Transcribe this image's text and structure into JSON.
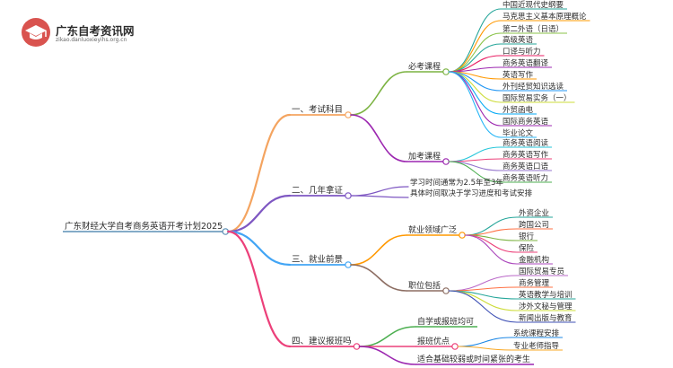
{
  "logo": {
    "title": "广东自考资讯网",
    "subtitle": "zikao.danluoxieyihs.org.cn",
    "accent": "#d9534f"
  },
  "root": "广东财经大学自考商务英语开考计划2025",
  "sections": [
    {
      "label": "一、考试科目",
      "color": "#f4a460",
      "groups": [
        {
          "label": "必考课程",
          "color": "#7cb342",
          "items": [
            {
              "label": "中国近现代史纲要",
              "color": "#26a69a"
            },
            {
              "label": "马克思主义基本原理概论",
              "color": "#ff9800"
            },
            {
              "label": "第二外语（日语）",
              "color": "#8bc34a"
            },
            {
              "label": "高级英语",
              "color": "#26a69a"
            },
            {
              "label": "口译与听力",
              "color": "#e91e63"
            },
            {
              "label": "商务英语翻译",
              "color": "#9c27b0"
            },
            {
              "label": "英语写作",
              "color": "#ff9800"
            },
            {
              "label": "外刊经贸知识选读",
              "color": "#2196f3"
            },
            {
              "label": "国际贸易实务（一）",
              "color": "#cddc39"
            },
            {
              "label": "外贸函电",
              "color": "#03a9f4"
            },
            {
              "label": "国际商务英语",
              "color": "#9c27b0"
            },
            {
              "label": "毕业论文",
              "color": "#29b6f6"
            }
          ]
        },
        {
          "label": "加考课程",
          "color": "#9c27b0",
          "items": [
            {
              "label": "商务英语阅读",
              "color": "#26c6da"
            },
            {
              "label": "商务英语写作",
              "color": "#ec407a"
            },
            {
              "label": "商务英语口语",
              "color": "#9575cd"
            },
            {
              "label": "商务英语听力",
              "color": "#4caf50"
            }
          ]
        }
      ]
    },
    {
      "label": "二、几年拿证",
      "color": "#7e57c2",
      "leaves": [
        {
          "label": "学习时间通常为2.5年至3年",
          "color": "#7e57c2"
        },
        {
          "label": "具体时间取决于学习进度和考试安排",
          "color": "#7e57c2"
        }
      ]
    },
    {
      "label": "三、就业前景",
      "color": "#42a5f5",
      "groups": [
        {
          "label": "就业领域广泛",
          "color": "#ff9800",
          "items": [
            {
              "label": "外资企业",
              "color": "#26a69a"
            },
            {
              "label": "跨国公司",
              "color": "#ff7043"
            },
            {
              "label": "银行",
              "color": "#7cb342"
            },
            {
              "label": "保险",
              "color": "#ec407a"
            },
            {
              "label": "金融机构",
              "color": "#ab47bc"
            }
          ]
        },
        {
          "label": "职位包括",
          "color": "#8d6e63",
          "items": [
            {
              "label": "国际贸易专员",
              "color": "#ba68c8"
            },
            {
              "label": "商务管理",
              "color": "#ff7043"
            },
            {
              "label": "英语教学与培训",
              "color": "#26a69a"
            },
            {
              "label": "涉外文秘与管理",
              "color": "#cddc39"
            },
            {
              "label": "新闻出版与教育",
              "color": "#3f51b5"
            }
          ]
        }
      ]
    },
    {
      "label": "四、建议报班吗",
      "color": "#ec407a",
      "groups": [
        {
          "label": "自学或报班均可",
          "color": "#4caf50",
          "items": []
        },
        {
          "label": "报班优点",
          "color": "#ec407a",
          "items": [
            {
              "label": "系统课程安排",
              "color": "#1e88e5"
            },
            {
              "label": "专业老师指导",
              "color": "#f9a825"
            }
          ]
        },
        {
          "label": "适合基础较弱或时间紧张的考生",
          "color": "#9c27b0",
          "items": []
        }
      ]
    }
  ]
}
